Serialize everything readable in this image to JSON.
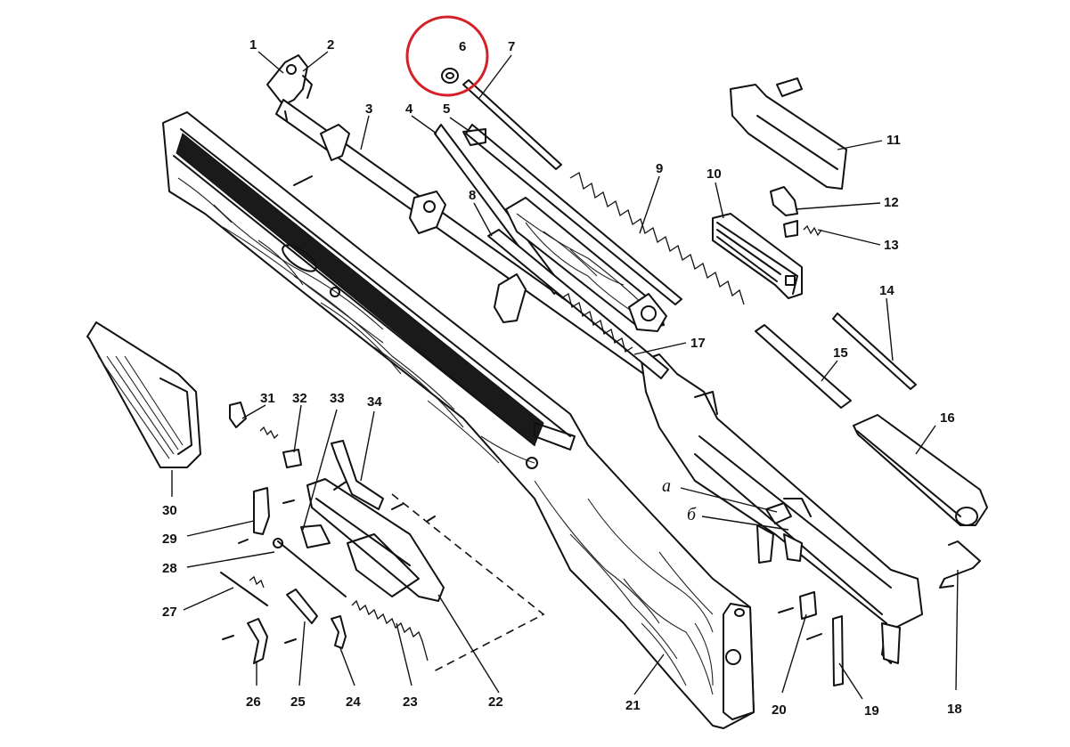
{
  "diagram": {
    "highlight_color": "#d42027",
    "highlighted_part": "6",
    "parts": [
      {
        "id": "p1",
        "label": "1"
      },
      {
        "id": "p2",
        "label": "2"
      },
      {
        "id": "p3",
        "label": "3"
      },
      {
        "id": "p4",
        "label": "4"
      },
      {
        "id": "p5",
        "label": "5"
      },
      {
        "id": "p6",
        "label": "6"
      },
      {
        "id": "p7",
        "label": "7"
      },
      {
        "id": "p8",
        "label": "8"
      },
      {
        "id": "p9",
        "label": "9"
      },
      {
        "id": "p10",
        "label": "10"
      },
      {
        "id": "p11",
        "label": "11"
      },
      {
        "id": "p12",
        "label": "12"
      },
      {
        "id": "p13",
        "label": "13"
      },
      {
        "id": "p14",
        "label": "14"
      },
      {
        "id": "p15",
        "label": "15"
      },
      {
        "id": "p16",
        "label": "16"
      },
      {
        "id": "p17",
        "label": "17"
      },
      {
        "id": "p18",
        "label": "18"
      },
      {
        "id": "p19",
        "label": "19"
      },
      {
        "id": "p20",
        "label": "20"
      },
      {
        "id": "p21",
        "label": "21"
      },
      {
        "id": "p22",
        "label": "22"
      },
      {
        "id": "p23",
        "label": "23"
      },
      {
        "id": "p24",
        "label": "24"
      },
      {
        "id": "p25",
        "label": "25"
      },
      {
        "id": "p26",
        "label": "26"
      },
      {
        "id": "p27",
        "label": "27"
      },
      {
        "id": "p28",
        "label": "28"
      },
      {
        "id": "p29",
        "label": "29"
      },
      {
        "id": "p30",
        "label": "30"
      },
      {
        "id": "p31",
        "label": "31"
      },
      {
        "id": "p32",
        "label": "32"
      },
      {
        "id": "p33",
        "label": "33"
      },
      {
        "id": "p34",
        "label": "34"
      },
      {
        "id": "pa",
        "label": "а"
      },
      {
        "id": "pb",
        "label": "б"
      }
    ]
  }
}
